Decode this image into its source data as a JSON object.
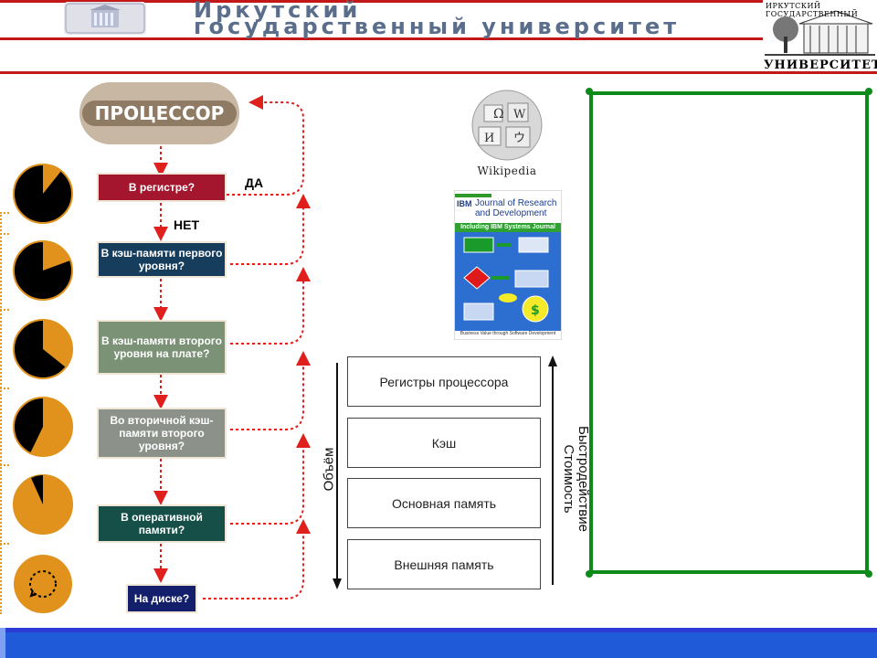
{
  "header": {
    "title_line1": "Иркутский",
    "title_line2": "государственный университет",
    "right_top": "ИРКУТСКИЙ ГОСУДАРСТВЕННЫЙ",
    "right_bottom": "УНИВЕРСИТЕТ"
  },
  "flow": {
    "processor": "ПРОЦЕССОР",
    "yes": "ДА",
    "no": "НЕТ",
    "steps": [
      {
        "label": "В регистре?",
        "color": "#a3162d"
      },
      {
        "label": "В кэш-памяти первого уровня?",
        "color": "#163d5c"
      },
      {
        "label": "В кэш-памяти второго уровня на плате?",
        "color": "#7c9276"
      },
      {
        "label": "Во вторичной кэш-памяти второго уровня?",
        "color": "#8c9289"
      },
      {
        "label": "В оперативной памяти?",
        "color": "#154f47"
      },
      {
        "label": "На диске?",
        "color": "#141f6b"
      }
    ],
    "accent_colors": {
      "arrow": "#e0201d",
      "clock_orange": "#e0921c",
      "clock_black": "#000000"
    }
  },
  "logos": {
    "wikipedia": "Wikipedia",
    "ibm_brand": "IBM",
    "ibm_title_line1": "Journal of Research",
    "ibm_title_line2": "and Development",
    "ibm_banner": "Including IBM Systems Journal",
    "ibm_footer": "Business Value through Software Development"
  },
  "hierarchy": {
    "levels": [
      "Регистры процессора",
      "Кэш",
      "Основная память",
      "Внешняя память"
    ],
    "left_axis": "Объём",
    "right_axis_line1": "Быстродействие",
    "right_axis_line2": "Стоимость"
  }
}
